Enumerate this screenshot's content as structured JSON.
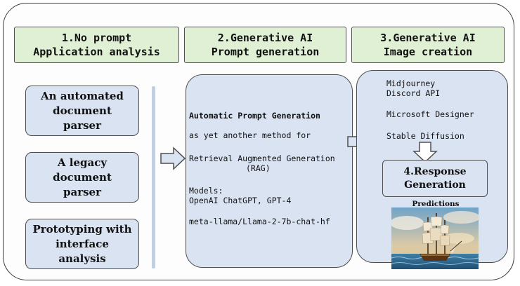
{
  "headers": [
    {
      "line1": "1.No prompt",
      "line2": "Application analysis"
    },
    {
      "line1": "2.Generative AI",
      "line2": "Prompt generation"
    },
    {
      "line1": "3.Generative AI",
      "line2": "Image creation"
    }
  ],
  "left_boxes": [
    {
      "lines": [
        "An automated",
        "document",
        "parser"
      ]
    },
    {
      "lines": [
        "A legacy",
        "document",
        "parser"
      ]
    },
    {
      "lines": [
        "Prototyping with",
        "interface",
        "analysis"
      ]
    }
  ],
  "middle": {
    "title": "Automatic Prompt Generation",
    "line1": "as yet another method for",
    "line2": "Retrieval Augmented Generation",
    "line3": "(RAG)",
    "models_label": "Models:",
    "models_1": "OpenAI ChatGPT, GPT-4",
    "models_2": "meta-llama/Llama-2-7b-chat-hf"
  },
  "right": {
    "tool1_a": "Midjourney",
    "tool1_b": "Discord API",
    "tool2": "Microsoft Designer",
    "tool3": "Stable Diffusion"
  },
  "response": {
    "line1": "4.Response",
    "line2": "Generation"
  },
  "predictions_label": "Predictions",
  "colors": {
    "header_fill": "#dff0d4",
    "box_fill": "#d9e3f2",
    "stroke": "#4e4e4e"
  }
}
